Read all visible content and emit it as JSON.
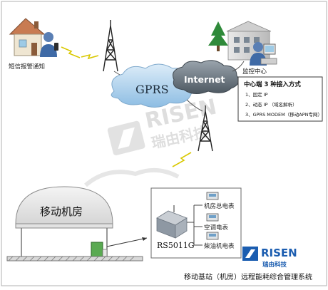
{
  "labels": {
    "sms_alarm": "短信报警通知",
    "gprs": "GPRS",
    "internet": "Internet",
    "monitor_center": "监控中心",
    "machine_room": "移动机房",
    "device": "RS5011G",
    "caption": "移动基站（机房）远程能耗综合管理系统"
  },
  "access_box": {
    "title": "中心端 3 种接入方式",
    "items": [
      "1、固定 IP",
      "2、动态 IP （域名解析）",
      "3、GPRS MODEM（移动APN专网）"
    ]
  },
  "meters": [
    "机房总电表",
    "空调电表",
    "柴油机电表"
  ],
  "watermark": {
    "en": "RISEN",
    "cn": "瑞由科技"
  },
  "logo": {
    "en": "RISEN",
    "cn": "瑞由科技"
  },
  "colors": {
    "cloud": "#a9cde8",
    "internet": "#6e7a86",
    "box_border": "#3a3a3a",
    "tower": "#222222",
    "logo_blue": "#1b5db0",
    "lightning": "#d9c800"
  }
}
